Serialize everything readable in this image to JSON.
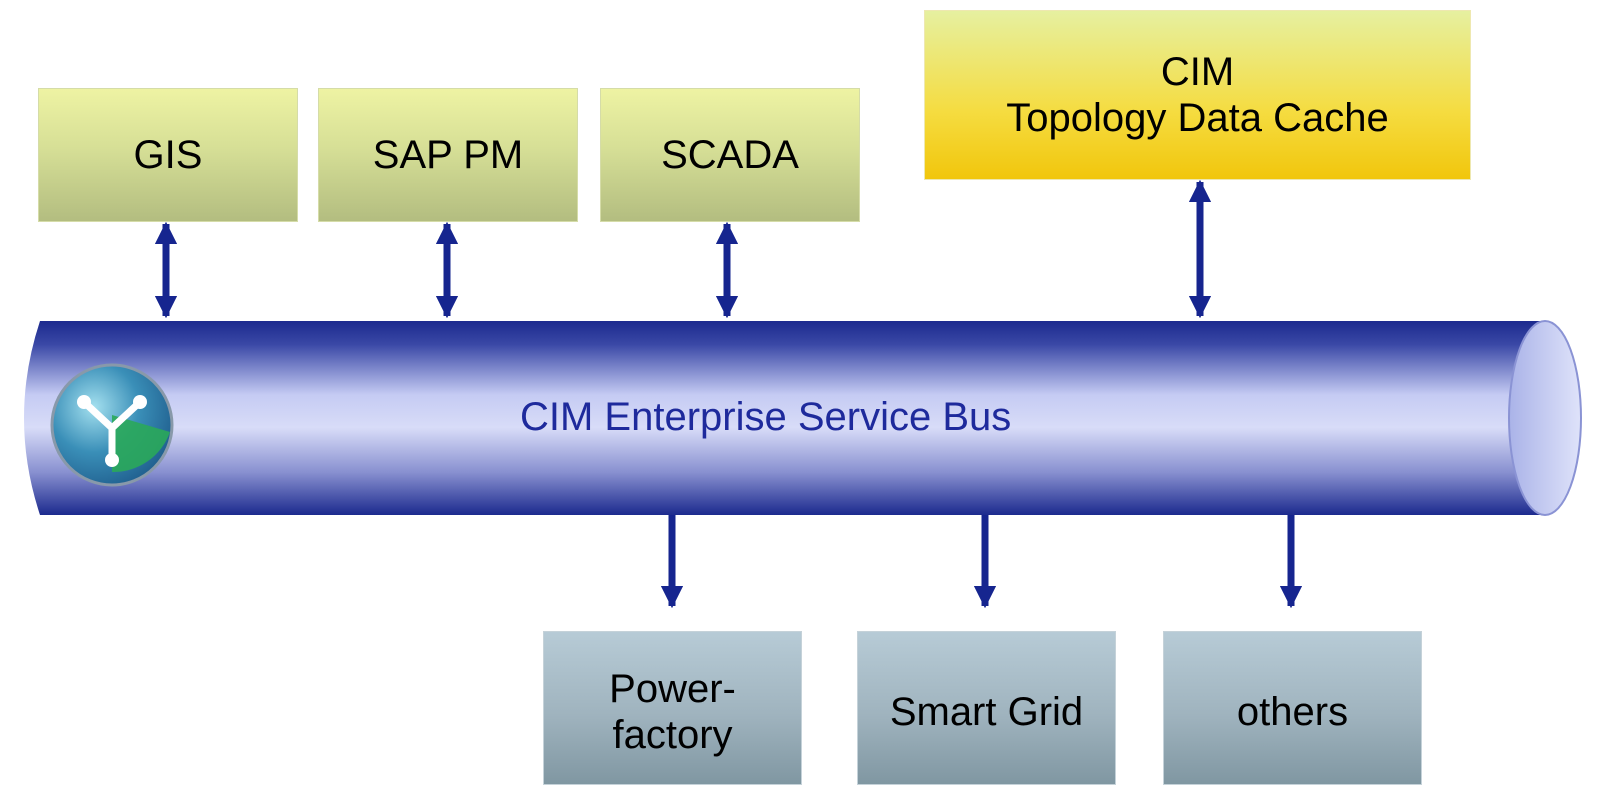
{
  "top_systems": [
    "GIS",
    "SAP PM",
    "SCADA"
  ],
  "cache": {
    "line1": "CIM",
    "line2": "Topology Data Cache"
  },
  "bus": {
    "label": "CIM Enterprise Service Bus"
  },
  "bottom_systems": {
    "powerfactory_line1": "Power-",
    "powerfactory_line2": "factory",
    "smartgrid": "Smart Grid",
    "others": "others"
  },
  "colors": {
    "arrow": "#16258f",
    "bus_label": "#1e2a9c",
    "bus_dark": "#1c2a8e",
    "bus_light": "#d4d9f8",
    "cache_yellow": "#f1c60c",
    "top_box_green": "#d6df96",
    "bottom_box_gray_blue": "#9fb3be"
  }
}
